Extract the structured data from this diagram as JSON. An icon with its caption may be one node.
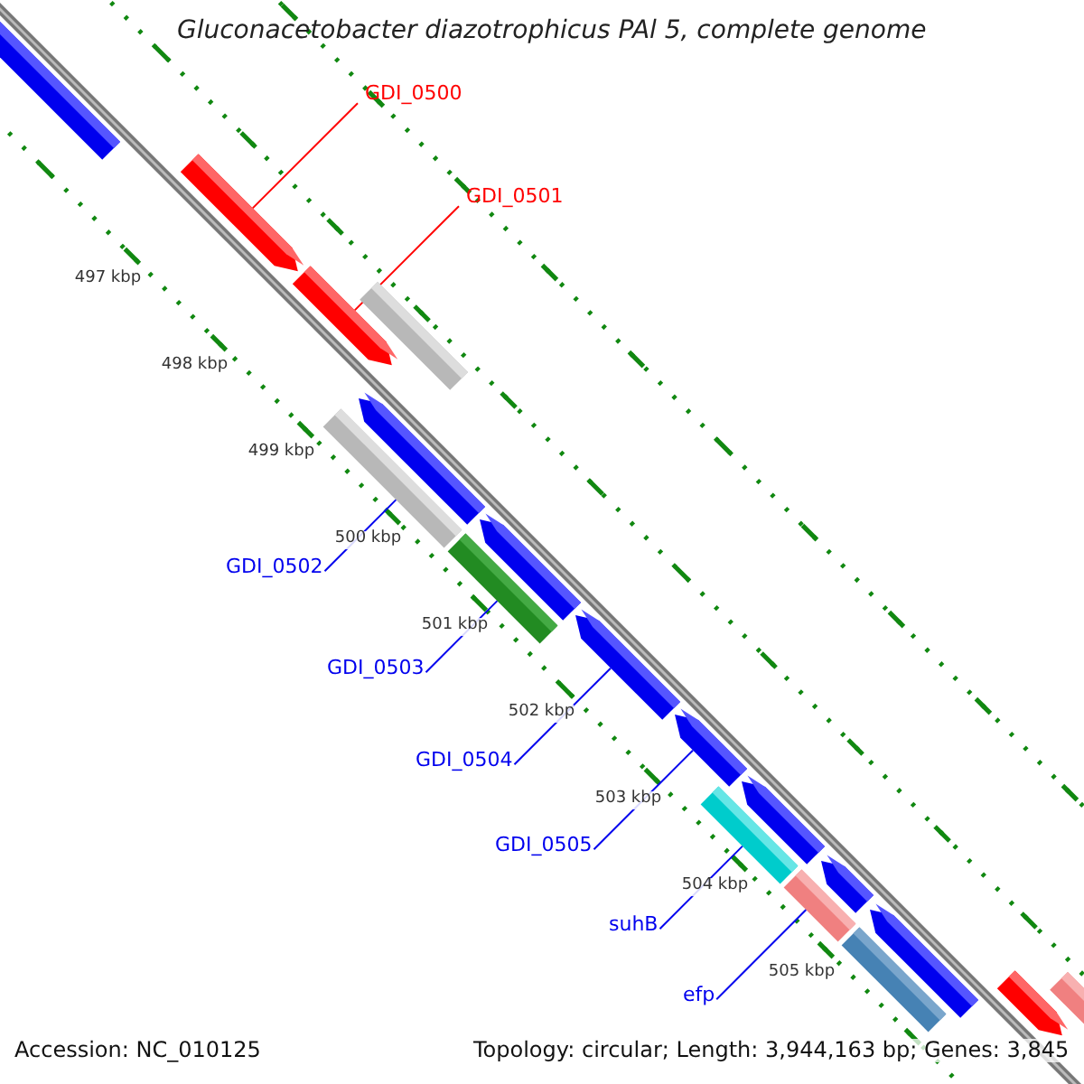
{
  "diagram": {
    "title": "Gluconacetobacter diazotrophicus PAl 5, complete genome",
    "nodes": [
      {
        "text": [
          "GDI_0500"
        ]
      },
      {
        "text": [
          "GDI_0501"
        ]
      },
      {
        "text": [
          "GDI_0502"
        ]
      },
      {
        "text": [
          "GDI_0503"
        ]
      },
      {
        "text": [
          "GDI_0504"
        ]
      },
      {
        "text": [
          "GDI_0505"
        ]
      },
      {
        "text": [
          "suhB"
        ]
      },
      {
        "text": [
          "efp"
        ]
      },
      {
        "text": [],
        "shape": "arrow"
      },
      {
        "text": [],
        "shape": "arrow"
      },
      {
        "text": [],
        "shape": "arrow"
      },
      {
        "text": [],
        "shape": "bar"
      },
      {
        "text": [],
        "shape": "arrow"
      },
      {
        "text": [],
        "shape": "bar"
      },
      {
        "text": [],
        "shape": "arrow"
      },
      {
        "text": [],
        "shape": "bar"
      },
      {
        "text": [],
        "shape": "arrow"
      },
      {
        "text": [],
        "shape": "arrow"
      },
      {
        "text": [],
        "shape": "bar"
      },
      {
        "text": [],
        "shape": "arrow"
      },
      {
        "text": [],
        "shape": "bar"
      },
      {
        "text": [],
        "shape": "arrow"
      },
      {
        "text": [],
        "shape": "bar"
      },
      {
        "text": [],
        "shape": "arrow"
      },
      {
        "text": [],
        "shape": "arrow"
      },
      {
        "text": [],
        "shape": "bar"
      }
    ],
    "edges": [
      {
        "from": 0,
        "to": 9,
        "arrow": "none",
        "color": "#ff0000"
      },
      {
        "from": 1,
        "to": 10,
        "arrow": "none",
        "color": "#ff0000"
      },
      {
        "from": 2,
        "to": 13,
        "arrow": "none"
      },
      {
        "from": 3,
        "to": 15,
        "arrow": "none"
      },
      {
        "from": 4,
        "to": 16,
        "arrow": "none"
      },
      {
        "from": 5,
        "to": 17,
        "arrow": "none"
      },
      {
        "from": 6,
        "to": 18,
        "arrow": "none"
      },
      {
        "from": 7,
        "to": 20,
        "arrow": "none"
      }
    ],
    "labels": [
      "497 kbp",
      "498 kbp",
      "499 kbp",
      "500 kbp",
      "501 kbp",
      "502 kbp",
      "503 kbp",
      "504 kbp",
      "505 kbp",
      "Accession: NC_010125",
      "Topology: circular; Length: 3,944,163 bp; Genes: 3,845"
    ]
  }
}
